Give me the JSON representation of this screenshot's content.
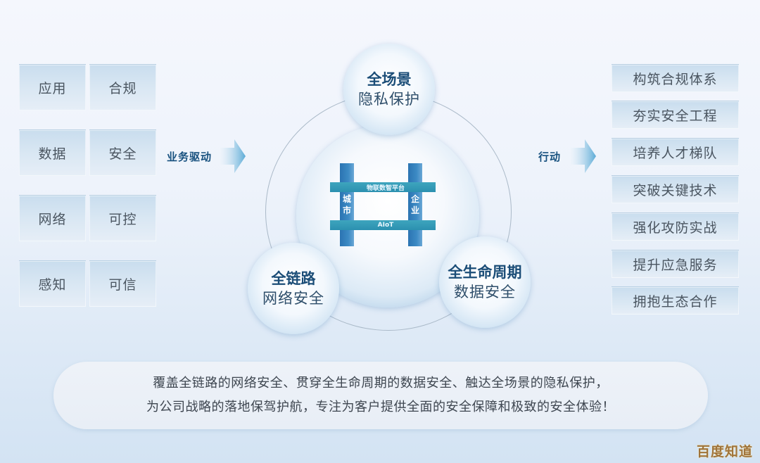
{
  "left_grid": {
    "rows": [
      [
        "应用",
        "合规"
      ],
      [
        "数据",
        "安全"
      ],
      [
        "网络",
        "可控"
      ],
      [
        "感知",
        "可信"
      ]
    ]
  },
  "business_drive": {
    "label": "业务驱动",
    "icon": "arrow-right-icon"
  },
  "action": {
    "label": "行动",
    "icon": "arrow-right-icon"
  },
  "center": {
    "top_bubble": {
      "title": "全场景",
      "subtitle": "隐私保护"
    },
    "left_bubble": {
      "title": "全链路",
      "subtitle": "网络安全"
    },
    "right_bubble": {
      "title": "全生命周期",
      "subtitle": "数据安全"
    },
    "core": {
      "left_pillar": [
        "城",
        "市"
      ],
      "right_pillar": [
        "企",
        "业"
      ],
      "top_beam": "物联数智平台",
      "bottom_beam": "AIoT"
    }
  },
  "right_list": {
    "items": [
      "构筑合规体系",
      "夯实安全工程",
      "培养人才梯队",
      "突破关键技术",
      "强化攻防实战",
      "提升应急服务",
      "拥抱生态合作"
    ]
  },
  "summary": {
    "line1": "覆盖全链路的网络安全、贯穿全生命周期的数据安全、触达全场景的隐私保护，",
    "line2": "为公司战略的落地保驾护航，专注为客户提供全面的安全保障和极致的安全体验！"
  },
  "watermark": "百度知道",
  "colors": {
    "accent_dark_blue": "#1b4d77",
    "pillar_blue": "#2b74b2",
    "beam_teal": "#2b90b0",
    "tile_blue": "#d4e4f2"
  }
}
